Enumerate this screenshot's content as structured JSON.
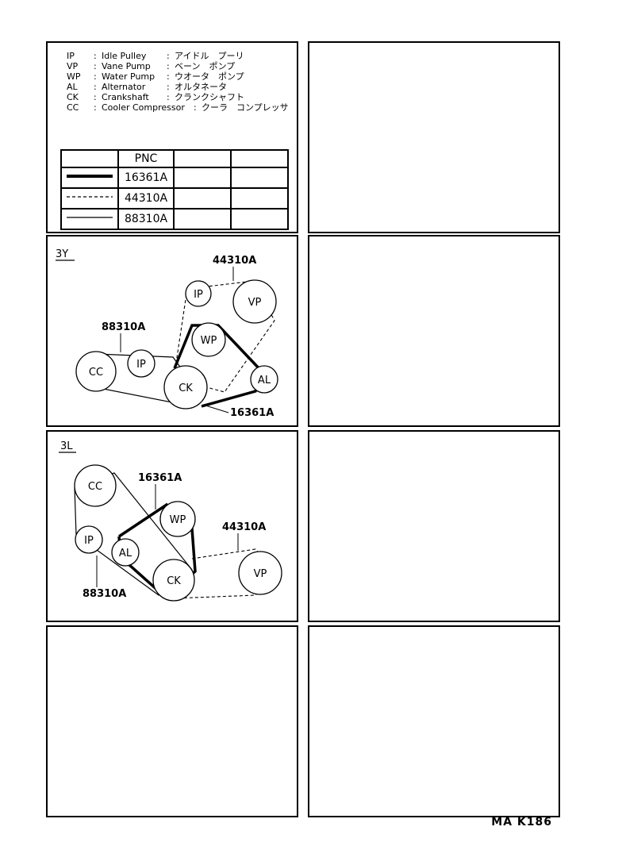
{
  "legend": [
    {
      "abbr": "IP",
      "en": "Idle Pulley",
      "jp": "アイドル　プーリ"
    },
    {
      "abbr": "VP",
      "en": "Vane Pump",
      "jp": "ベーン　ポンプ"
    },
    {
      "abbr": "WP",
      "en": "Water Pump",
      "jp": "ウオータ　ポンプ"
    },
    {
      "abbr": "AL",
      "en": "Alternator",
      "jp": "オルタネータ"
    },
    {
      "abbr": "CK",
      "en": "Crankshaft",
      "jp": "クランクシャフト"
    },
    {
      "abbr": "CC",
      "en": "Cooler Compressor",
      "jp": "クーラ　コンプレッサ"
    }
  ],
  "legend_sep": ":",
  "pnc_table": {
    "header": "PNC",
    "rows": [
      {
        "line": "thick",
        "pnc": "16361A"
      },
      {
        "line": "dashed",
        "pnc": "44310A"
      },
      {
        "line": "thin",
        "pnc": "88310A"
      }
    ]
  },
  "diagram_3y": {
    "engine": "3Y",
    "pulleys": {
      "ip_top": "IP",
      "vp": "VP",
      "wp": "WP",
      "cc": "CC",
      "ip_left": "IP",
      "ck": "CK",
      "al": "AL"
    },
    "callouts": {
      "dashed": "44310A",
      "thin": "88310A",
      "thick": "16361A"
    }
  },
  "diagram_3l": {
    "engine": "3L",
    "pulleys": {
      "cc": "CC",
      "wp": "WP",
      "ip": "IP",
      "al": "AL",
      "ck": "CK",
      "vp": "VP"
    },
    "callouts": {
      "thick": "16361A",
      "dashed": "44310A",
      "thin": "88310A"
    }
  },
  "footer": "MA  K186"
}
